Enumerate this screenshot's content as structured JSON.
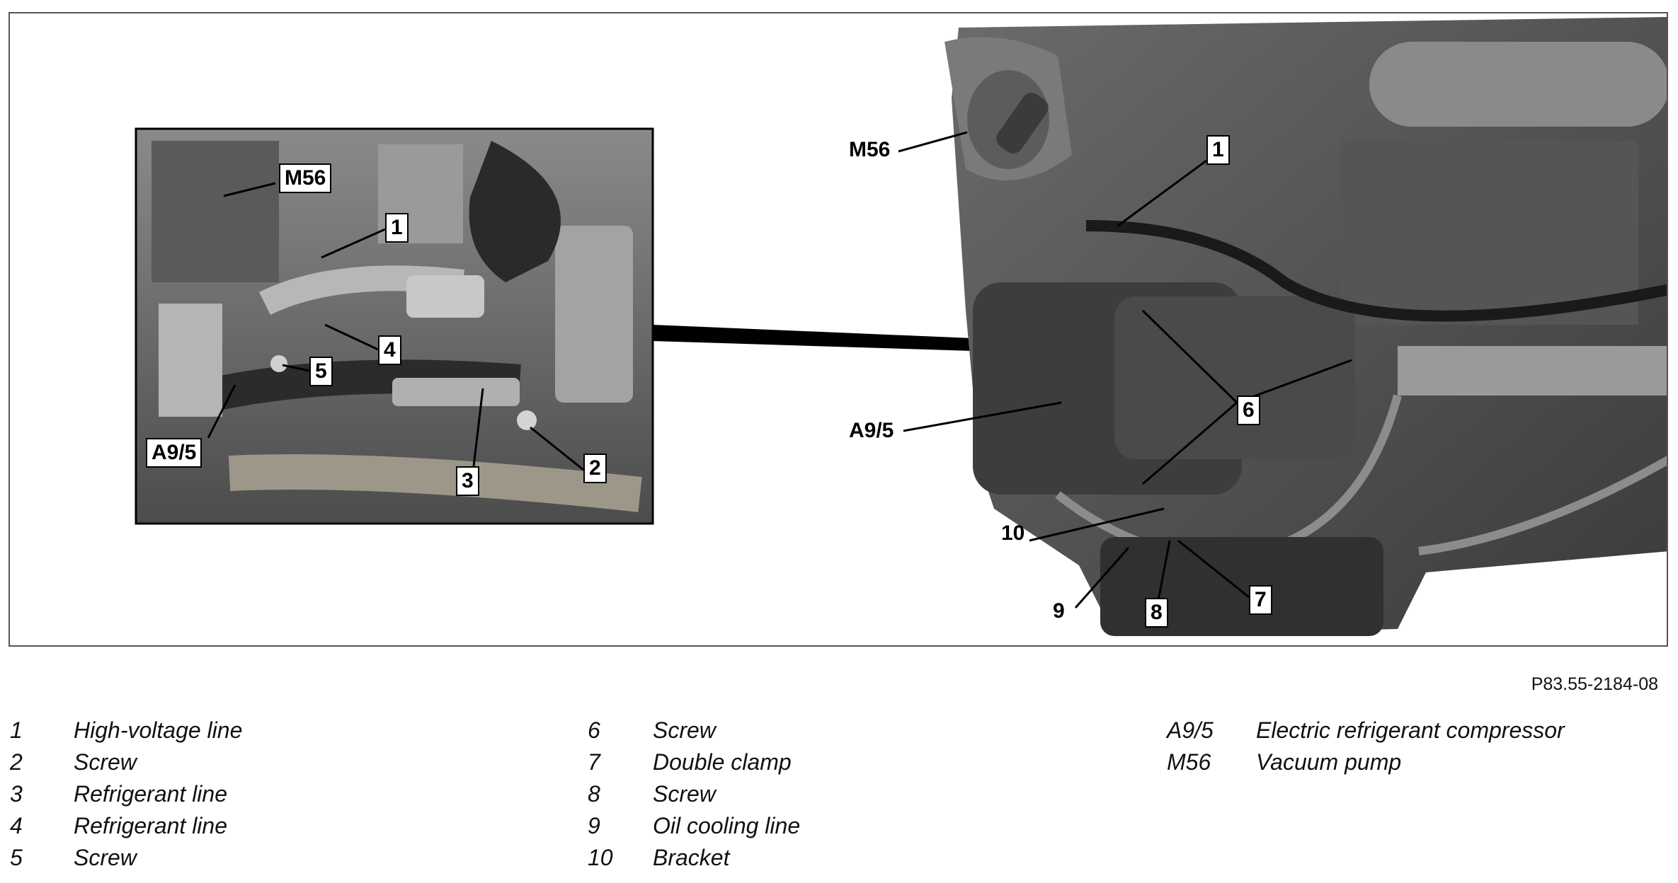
{
  "callouts": {
    "inset": {
      "m56": "M56",
      "n1": "1",
      "n4": "4",
      "n5": "5",
      "a9_5": "A9/5",
      "n3": "3",
      "n2": "2"
    },
    "main": {
      "m56": "M56",
      "n1": "1",
      "n6": "6",
      "a9_5": "A9/5",
      "n10": "10",
      "n9": "9",
      "n8": "8",
      "n7": "7"
    }
  },
  "reference_code": "P83.55-2184-08",
  "legend": {
    "col1": [
      {
        "num": "1",
        "label": "High-voltage line"
      },
      {
        "num": "2",
        "label": "Screw"
      },
      {
        "num": "3",
        "label": "Refrigerant line"
      },
      {
        "num": "4",
        "label": "Refrigerant line"
      },
      {
        "num": "5",
        "label": "Screw"
      }
    ],
    "col2": [
      {
        "num": "6",
        "label": "Screw"
      },
      {
        "num": "7",
        "label": "Double clamp"
      },
      {
        "num": "8",
        "label": "Screw"
      },
      {
        "num": "9",
        "label": "Oil cooling line"
      },
      {
        "num": "10",
        "label": "Bracket"
      }
    ],
    "col3": [
      {
        "num": "A9/5",
        "label": "Electric refrigerant compressor"
      },
      {
        "num": "M56",
        "label": "Vacuum pump"
      }
    ]
  }
}
